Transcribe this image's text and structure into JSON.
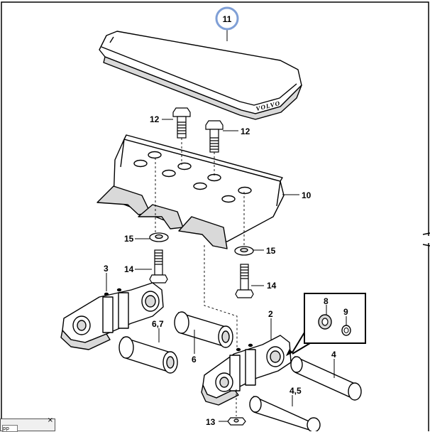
{
  "brand_text": "VOLVO",
  "callouts": {
    "c11": "11",
    "c12a": "12",
    "c12b": "12",
    "c10": "10",
    "c15a": "15",
    "c15b": "15",
    "c14a": "14",
    "c14b": "14",
    "c3": "3",
    "c67": "6,7",
    "c6": "6",
    "c2": "2",
    "c8": "8",
    "c9": "9",
    "c4": "4",
    "c45": "4,5",
    "c13": "13"
  },
  "mini_window": {
    "close_glyph": "×",
    "field_text": "pp"
  },
  "colors": {
    "highlight_circle": "#7f9fd6",
    "line": "#000000",
    "fill": "#ffffff",
    "shade": "#d9d9d9"
  }
}
